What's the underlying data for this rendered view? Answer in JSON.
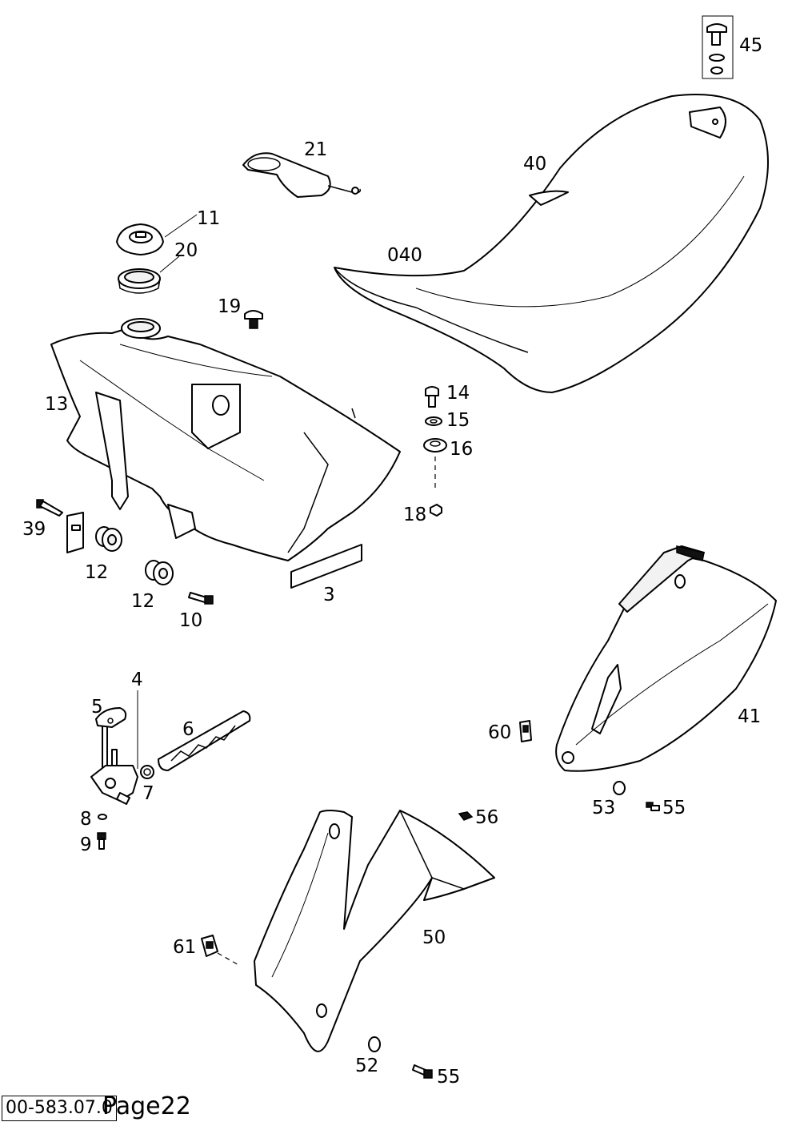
{
  "callouts": {
    "c45": "45",
    "c21": "21",
    "c40": "40",
    "c11": "11",
    "c20": "20",
    "c040": "040",
    "c19": "19",
    "c13": "13",
    "c14": "14",
    "c15": "15",
    "c16": "16",
    "c18": "18",
    "c39": "39",
    "c12a": "12",
    "c12b": "12",
    "c3": "3",
    "c10": "10",
    "c4": "4",
    "c5": "5",
    "c6": "6",
    "c7": "7",
    "c41": "41",
    "c60": "60",
    "c53": "53",
    "c55a": "55",
    "c8": "8",
    "c9": "9",
    "c56": "56",
    "c50": "50",
    "c61": "61",
    "c52": "52",
    "c55b": "55"
  },
  "footer": {
    "drawing_ref": "00-583.07.0",
    "page": "Page22"
  }
}
